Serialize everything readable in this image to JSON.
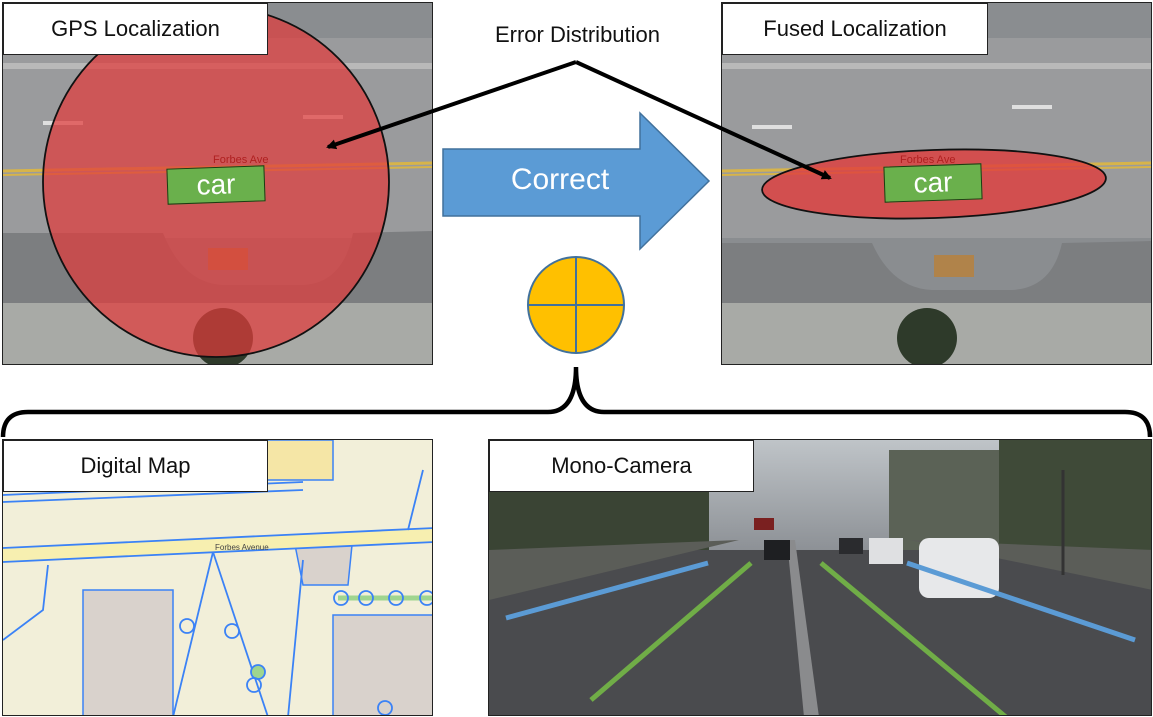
{
  "panels": {
    "gps": {
      "title": "GPS Localization",
      "car": "car",
      "street": "Forbes Ave"
    },
    "fused": {
      "title": "Fused Localization",
      "car": "car",
      "street": "Forbes Ave"
    },
    "map": {
      "title": "Digital Map",
      "street": "Forbes Avenue"
    },
    "camera": {
      "title": "Mono-Camera"
    }
  },
  "annotations": {
    "error_distribution": "Error Distribution",
    "correct": "Correct"
  },
  "colors": {
    "gps_error": "#e03c3c",
    "fused_error": "#e03c3c",
    "arrow_fill": "#5b9bd5",
    "fusion_node": "#ffc000",
    "car_tag": "#6ab04c",
    "lane_green": "#70ad47",
    "lane_blue": "#5b9bd5",
    "map_road": "#3b82f6"
  },
  "icons": {
    "fusion": "fusion-crosshair-icon",
    "brace": "curly-brace-icon"
  }
}
